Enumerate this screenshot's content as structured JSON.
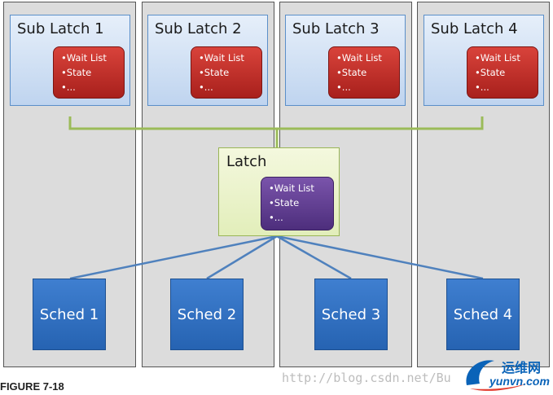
{
  "sub_latches": [
    {
      "title": "Sub Latch 1",
      "items": [
        "•Wait List",
        "•State",
        "•..."
      ]
    },
    {
      "title": "Sub Latch 2",
      "items": [
        "•Wait List",
        "•State",
        "•..."
      ]
    },
    {
      "title": "Sub Latch 3",
      "items": [
        "•Wait List",
        "•State",
        "•..."
      ]
    },
    {
      "title": "Sub Latch 4",
      "items": [
        "•Wait List",
        "•State",
        "•..."
      ]
    }
  ],
  "latch": {
    "title": "Latch",
    "items": [
      "•Wait List",
      "•State",
      "•..."
    ]
  },
  "scheds": [
    "Sched 1",
    "Sched 2",
    "Sched 3",
    "Sched 4"
  ],
  "caption": "FIGURE 7-18",
  "watermark": "http://blog.csdn.net/Bu",
  "logo": {
    "cn": "运维网",
    "en": "yunvn.com"
  },
  "colors": {
    "column_bg": "#dcdcdc",
    "sublatch_bg": "#bfd4ef",
    "red_box": "#c0302a",
    "latch_bg": "#e2eeba",
    "purple_box": "#5e3d8f",
    "sched_bg": "#2e6fc1",
    "green_connector": "#9bbb59",
    "blue_connector": "#4f81bd"
  }
}
